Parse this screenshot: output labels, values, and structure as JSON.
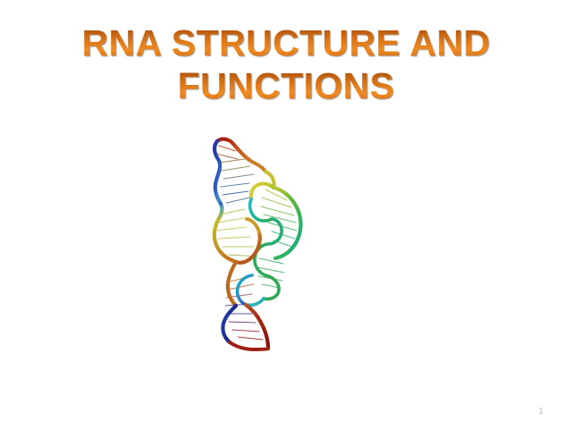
{
  "slide": {
    "background_color": "#ffffff",
    "title": {
      "line1": "RNA STRUCTURE AND",
      "line2": "FUNCTIONS",
      "full_text": "RNA STRUCTURE AND FUNCTIONS",
      "gradient_top_color": "#7d3606",
      "gradient_mid_color": "#ef8a20",
      "gradient_bottom_color": "#b85a0c",
      "shadow_color": "#5a3719"
    },
    "slide_number": "1",
    "slide_number_color": "#b9b9b9"
  },
  "figure": {
    "name": "rna-tertiary-structure-ribbon",
    "alt": "Rainbow-colored RNA tertiary structure ribbon diagram",
    "colors": {
      "chain_start_red": "#b01a12",
      "orange": "#d2700f",
      "yellow": "#d6cc33",
      "olive": "#b5bb2e",
      "green": "#33aa44",
      "teal": "#17b39a",
      "cyan": "#1fb8d6",
      "blue": "#2433a8",
      "navy": "#1b2580",
      "chain_end_darkred": "#8c1410"
    },
    "backbone_segments": [
      {
        "id": "top-helix-red",
        "color": "#b01a12"
      },
      {
        "id": "top-helix-blue",
        "color": "#2433a8"
      },
      {
        "id": "upper-loop-yellow",
        "color": "#d6cc33"
      },
      {
        "id": "left-arc-olive",
        "color": "#b5bb2e"
      },
      {
        "id": "right-arc-green",
        "color": "#33aa44"
      },
      {
        "id": "core-teal",
        "color": "#17b39a"
      },
      {
        "id": "core-cyan",
        "color": "#1fb8d6"
      },
      {
        "id": "lower-orange",
        "color": "#d2700f"
      },
      {
        "id": "bottom-helix-navy",
        "color": "#1b2580"
      },
      {
        "id": "bottom-helix-darkred",
        "color": "#8c1410"
      }
    ]
  }
}
